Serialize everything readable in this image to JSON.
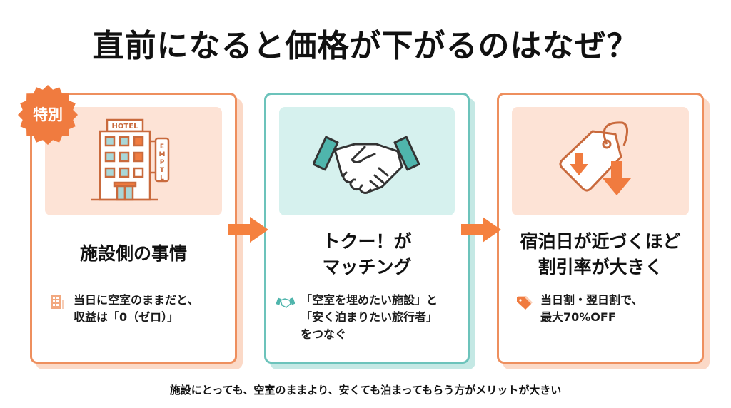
{
  "title": "直前になると価格が下がるのはなぜ？",
  "badge": {
    "label": "特別",
    "color": "#f07b3f"
  },
  "cards": [
    {
      "id": "facility",
      "illustration": "hotel-icon",
      "hotel_sign": "HOTEL",
      "vacancy_sign": "EMPTL",
      "heading": "施設側の事情",
      "bullet_icon": "building-icon",
      "description": "当日に空室のままだと、\n収益は「0（ゼロ）」",
      "accent": "#ee8f5e"
    },
    {
      "id": "matching",
      "illustration": "handshake-icon",
      "heading_lines": [
        "トクー！が",
        "マッチング"
      ],
      "bullet_icon": "handshake-icon",
      "description": "「空室を埋めたい施設」と\n「安く泊まりたい旅行者」\nをつなぐ",
      "accent": "#6cc3bb"
    },
    {
      "id": "discount",
      "illustration": "price-tag-down-icon",
      "heading_lines": [
        "宿泊日が近づくほど",
        "割引率が大きく"
      ],
      "bullet_icon": "tag-icon",
      "description": "当日割・翌日割で、\n最大70%OFF",
      "accent": "#ee8f5e"
    }
  ],
  "arrows": [
    {
      "name": "arrow-right-icon",
      "color": "#f5813f"
    },
    {
      "name": "arrow-right-icon",
      "color": "#f5813f"
    }
  ],
  "footer": "施設にとっても、空室のままより、安くても泊まってもらう方がメリットが大きい"
}
